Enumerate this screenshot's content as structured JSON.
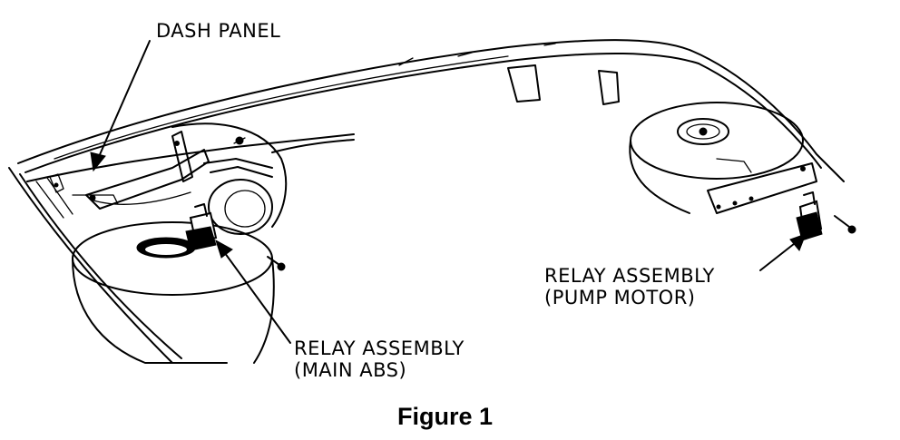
{
  "figure": {
    "caption": "Figure 1"
  },
  "labels": {
    "dash_panel": "DASH PANEL",
    "relay_main_line1": "RELAY ASSEMBLY",
    "relay_main_line2": "(MAIN ABS)",
    "relay_pump_line1": "RELAY ASSEMBLY",
    "relay_pump_line2": "(PUMP MOTOR)"
  }
}
